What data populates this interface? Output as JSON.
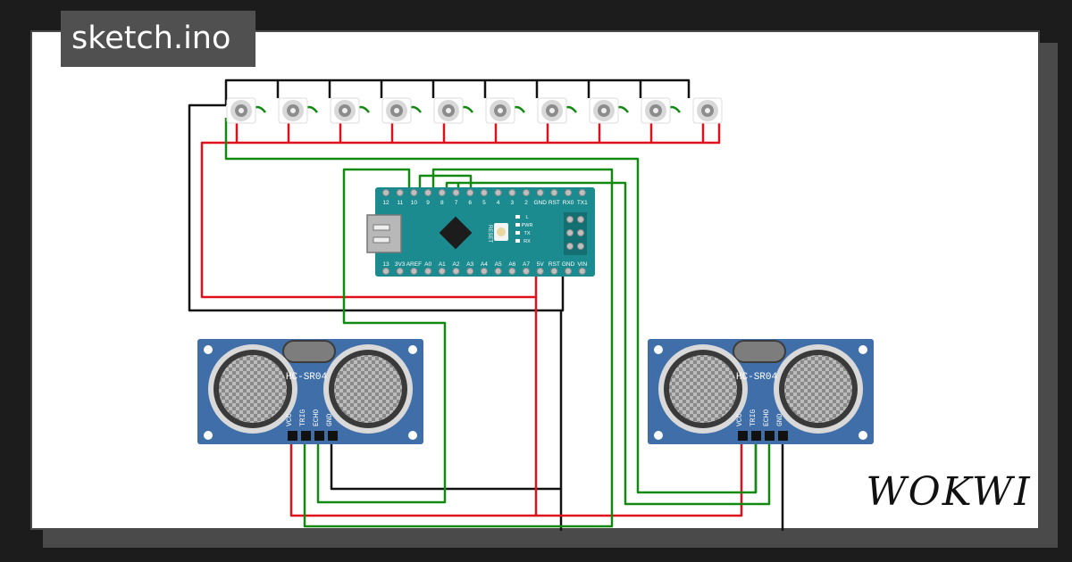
{
  "tab": {
    "title": "sketch.ino"
  },
  "brand": {
    "logo_text": "WOKWI"
  },
  "board": {
    "top_pins": [
      "D12",
      "D11",
      "D10",
      "D9",
      "D8",
      "D7",
      "D6",
      "D5",
      "D4",
      "D3",
      "D2",
      "GND",
      "RST",
      "RX0",
      "TX1"
    ],
    "bottom_pins": [
      "D13",
      "3V3",
      "AREF",
      "A0",
      "A1",
      "A2",
      "A3",
      "A4",
      "A5",
      "A6",
      "A7",
      "5V",
      "RST",
      "GND",
      "VIN"
    ],
    "reset_label": "RESET",
    "leds": [
      "L",
      "PWR",
      "TX",
      "RX"
    ]
  },
  "sensors": [
    {
      "label": "HC-SR04",
      "pins": [
        "VCC",
        "TRIG",
        "ECHO",
        "GND"
      ]
    },
    {
      "label": "HC-SR04",
      "pins": [
        "VCC",
        "TRIG",
        "ECHO",
        "GND"
      ]
    }
  ],
  "pixels": {
    "count": 10
  },
  "colors": {
    "wire_black": "#111111",
    "wire_red": "#e0101a",
    "wire_green": "#128a12",
    "board": "#1c8b8f",
    "sensor": "#3f6ea8"
  }
}
